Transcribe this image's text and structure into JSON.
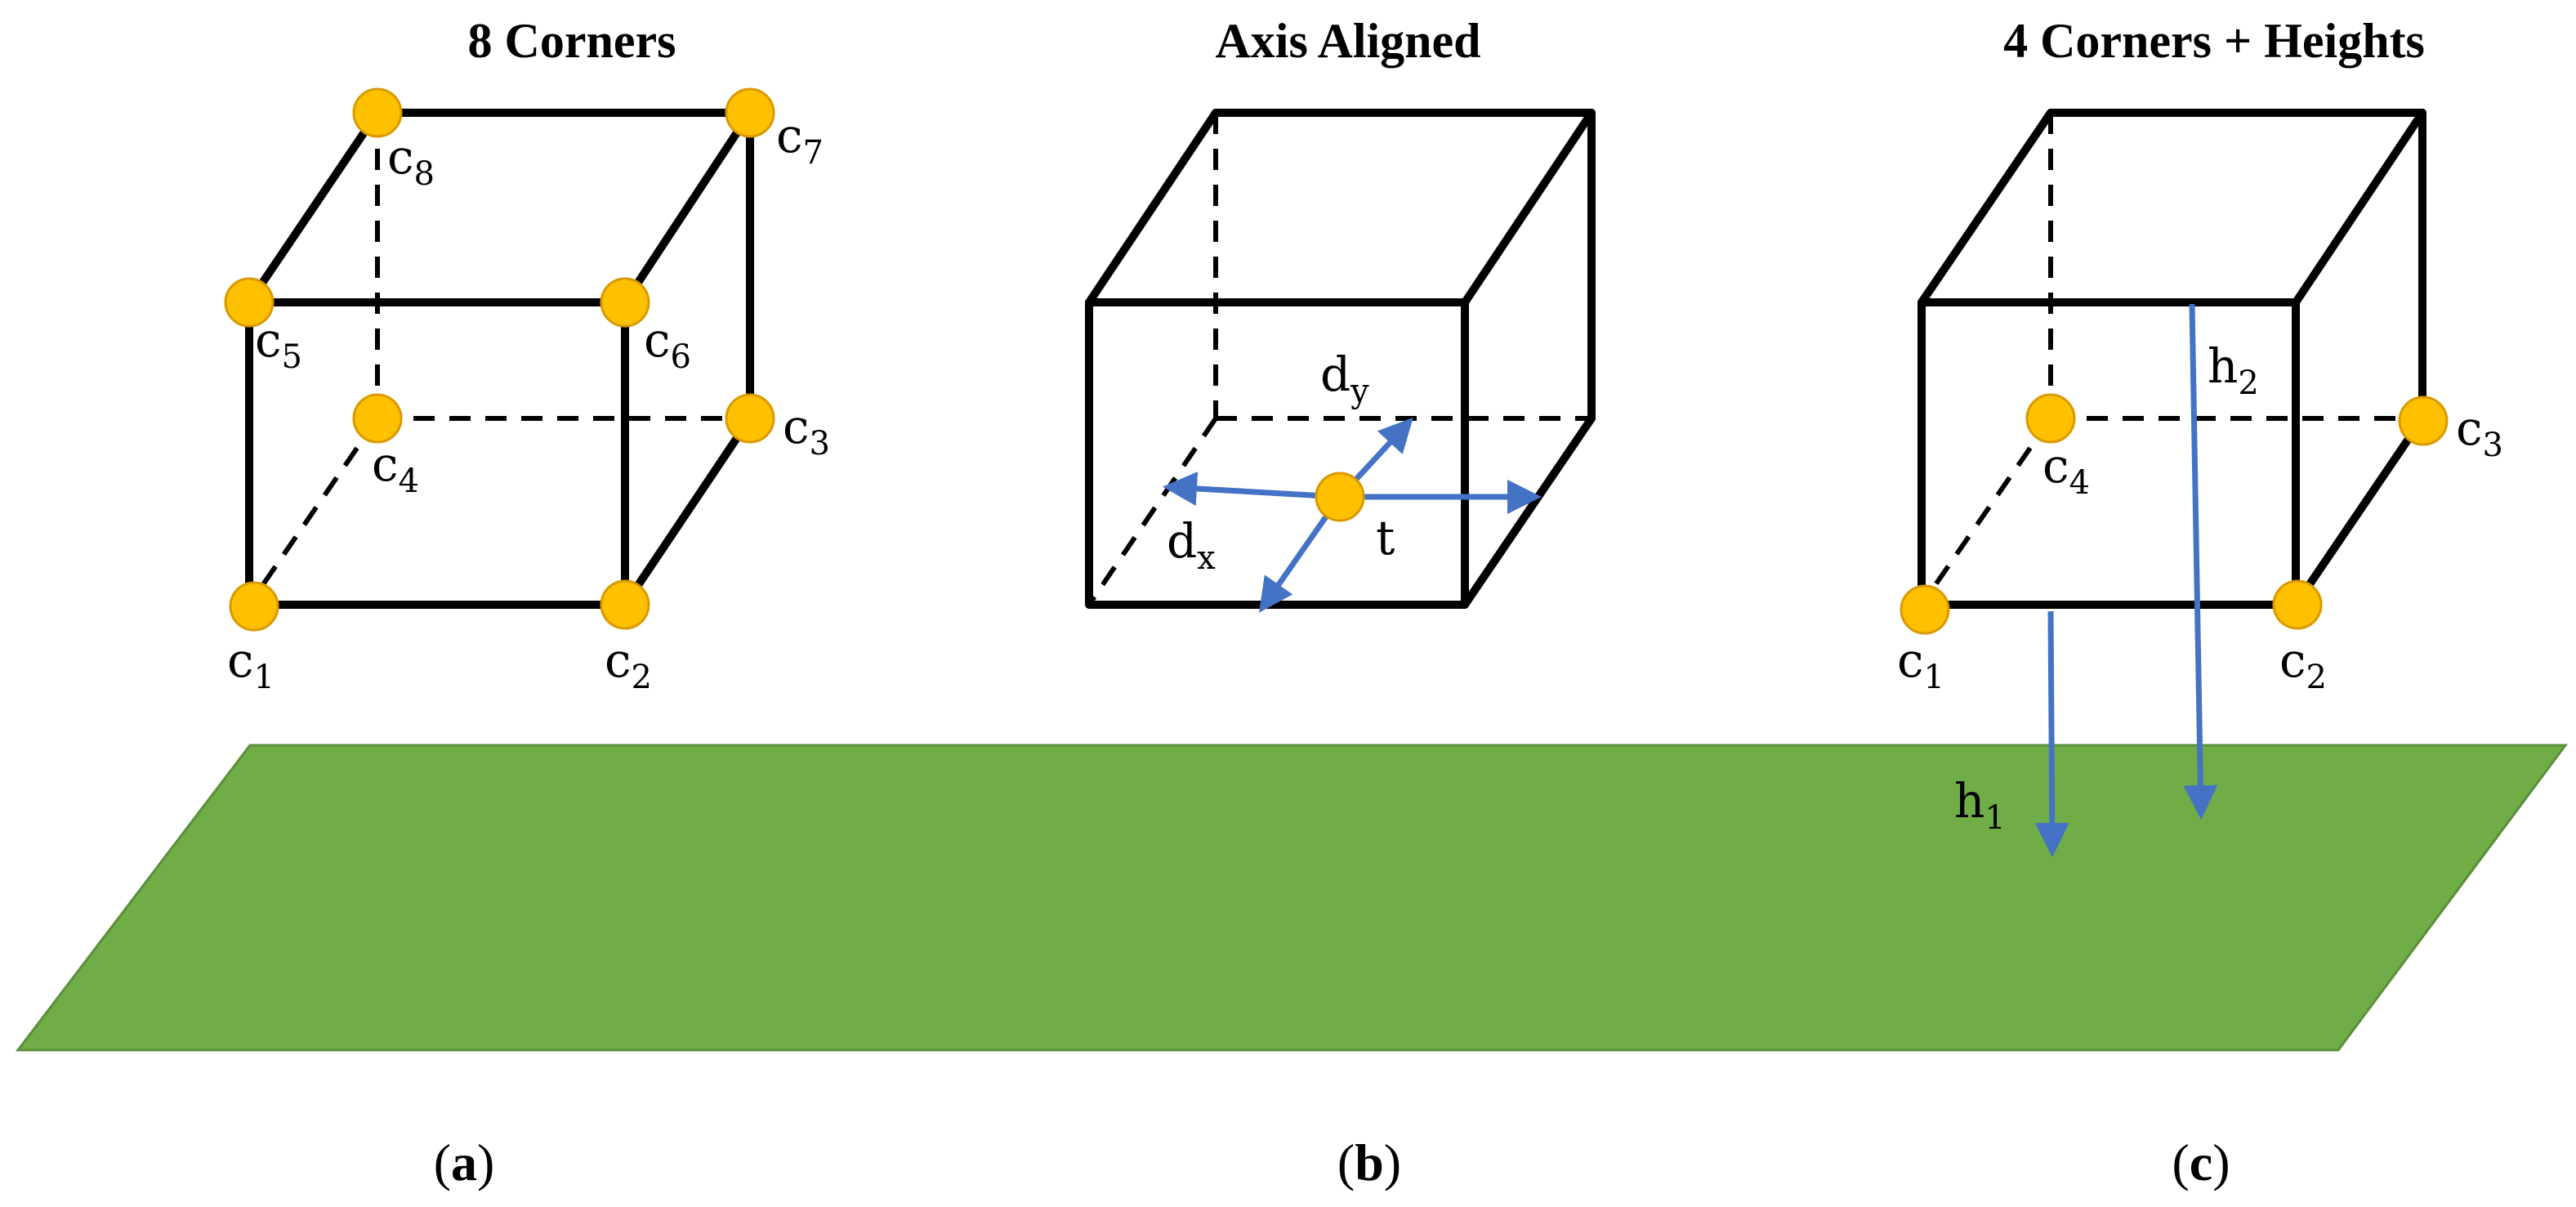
{
  "colors": {
    "ground": "#70ad47",
    "corner_dot": "#ffc000",
    "corner_dot_stroke": "#d99a00",
    "vector": "#4472c4",
    "edge": "#000000"
  },
  "panels": [
    {
      "title": "8 Corners",
      "letter": "a",
      "corners": [
        {
          "base": "c",
          "sub": "1"
        },
        {
          "base": "c",
          "sub": "2"
        },
        {
          "base": "c",
          "sub": "3"
        },
        {
          "base": "c",
          "sub": "4"
        },
        {
          "base": "c",
          "sub": "5"
        },
        {
          "base": "c",
          "sub": "6"
        },
        {
          "base": "c",
          "sub": "7"
        },
        {
          "base": "c",
          "sub": "8"
        }
      ]
    },
    {
      "title": "Axis Aligned",
      "letter": "b",
      "labels": {
        "dx_base": "d",
        "dx_sub": "x",
        "dy_base": "d",
        "dy_sub": "y",
        "t": "t"
      }
    },
    {
      "title": "4 Corners + Heights",
      "letter": "c",
      "corners": [
        {
          "base": "c",
          "sub": "1"
        },
        {
          "base": "c",
          "sub": "2"
        },
        {
          "base": "c",
          "sub": "3"
        },
        {
          "base": "c",
          "sub": "4"
        }
      ],
      "heights": [
        {
          "base": "h",
          "sub": "1"
        },
        {
          "base": "h",
          "sub": "2"
        }
      ]
    }
  ],
  "paren_open": "(",
  "paren_close": ")"
}
